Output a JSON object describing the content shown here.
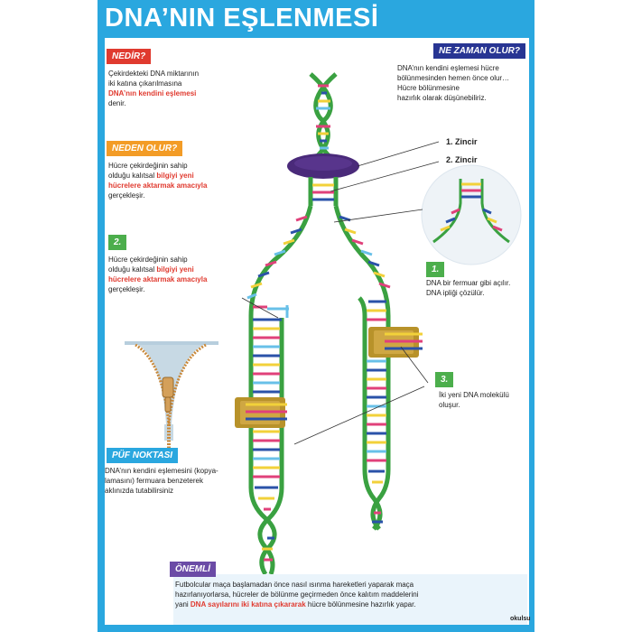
{
  "title": "DNA’NIN EŞLENMESİ",
  "sections": {
    "nedir": {
      "tag": "NEDİR?",
      "line1": "Çekirdekteki DNA miktarının",
      "line2": "iki katına çıkarılmasına",
      "highlight": "DNA’nın kendini eşlemesi",
      "line4": "denir."
    },
    "neden": {
      "tag": "NEDEN OLUR?",
      "line1": "Hücre çekirdeğinin sahip",
      "line2_a": "olduğu kalıtsal ",
      "line2_hl": "bilgiyi yeni",
      "line3_hl": "hücrelere aktarmak amacıyla",
      "line4": "gerçekleşir."
    },
    "ne_zaman": {
      "tag": "NE ZAMAN OLUR?",
      "line1": "DNA’nın kendini eşlemesi hücre",
      "line2": "bölünmesinden hemen önce olur…",
      "line3": "Hücre bölünmesine",
      "line4": "hazırlık olarak düşünebiliriz."
    },
    "step1": {
      "tag": "1.",
      "line1": "DNA bir fermuar gibi açılır.",
      "line2": "DNA ipliği çözülür."
    },
    "step2": {
      "tag": "2.",
      "line1": "Hücre çekirdeğinin sahip",
      "line2_a": "olduğu kalıtsal ",
      "line2_hl": "bilgiyi yeni",
      "line3_hl": "hücrelere aktarmak amacıyla",
      "line4": "gerçekleşir."
    },
    "step3": {
      "tag": "3.",
      "line1": "İki yeni DNA molekülü",
      "line2": "oluşur."
    },
    "puf": {
      "tag": "PÜF NOKTASI",
      "line1": "DNA’nın kendini eşlemesini (kopya-",
      "line2": "lamasını) fermuara benzeterek",
      "line3": "aklınızda tutabilirsiniz"
    },
    "onemli": {
      "tag": "ÖNEMLİ",
      "line1": "Futbolcular maça başlamadan önce nasıl ısınma hareketleri yaparak maça",
      "line2": "hazırlanıyorlarsa, hücreler de bölünme geçirmeden önce kalıtım maddelerini",
      "line3_a": "yani ",
      "line3_hl": "DNA sayılarını iki katına çıkararak",
      "line3_b": " hücre bölünmesine hazırlık yapar."
    }
  },
  "labels": {
    "strand1": "1. Zincir",
    "strand2": "2. Zincir"
  },
  "logo": "okulsu",
  "colors": {
    "header": "#2aa7df",
    "strand": "#3aa141",
    "enzyme": "#4a2a7a",
    "clamp": "#b8922a",
    "red_tag": "#e03a2f",
    "orange_tag": "#f39c26",
    "green_tag": "#4cae4c",
    "navy_tag": "#283593",
    "purple_tag": "#6b4ba6",
    "highlight": "#e03a2f"
  }
}
